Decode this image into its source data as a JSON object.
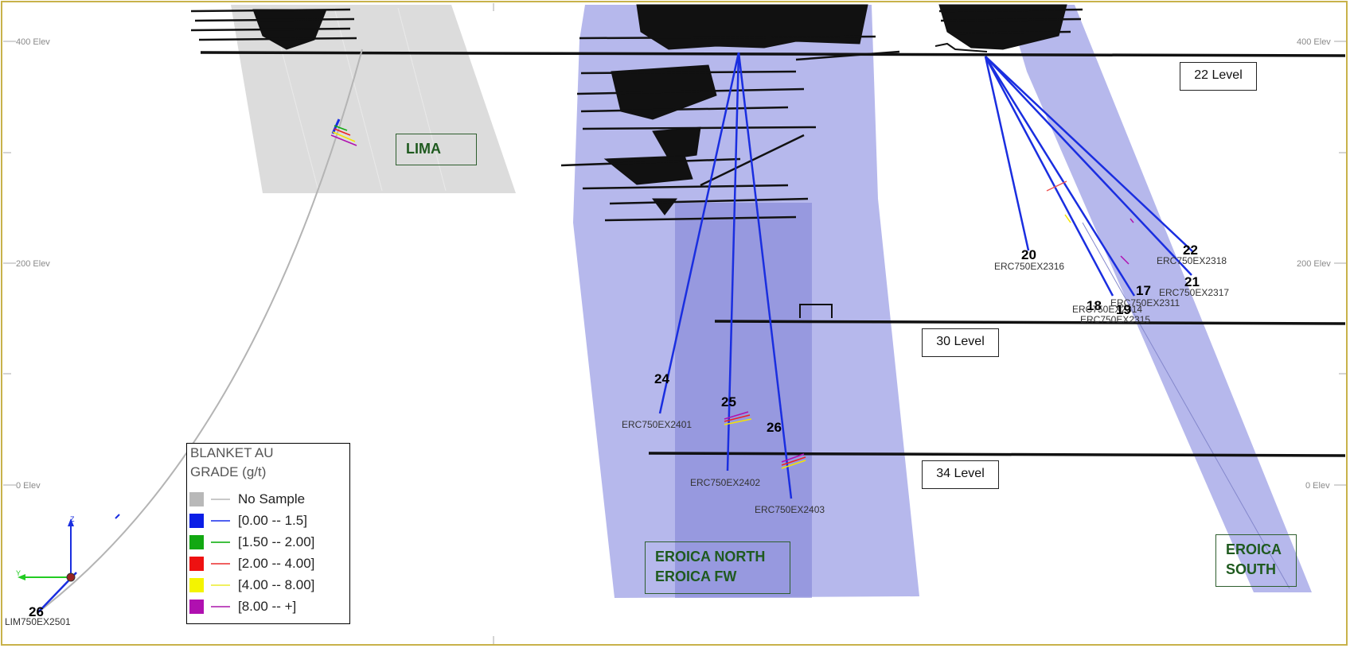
{
  "elevation_labels": [
    "400 Elev",
    "200 Elev",
    "0 Elev"
  ],
  "levels": [
    {
      "label": "22 Level"
    },
    {
      "label": "30 Level"
    },
    {
      "label": "34 Level"
    }
  ],
  "zones": [
    {
      "lines": [
        "LIMA"
      ]
    },
    {
      "lines": [
        "EROICA NORTH",
        "EROICA FW"
      ]
    },
    {
      "lines": [
        "EROICA",
        "SOUTH"
      ]
    }
  ],
  "holes": [
    {
      "number": "26",
      "id": "LIM750EX2501"
    },
    {
      "number": "24",
      "id": "ERC750EX2401"
    },
    {
      "number": "25",
      "id": "ERC750EX2402"
    },
    {
      "number": "26",
      "id": "ERC750EX2403"
    },
    {
      "number": "20",
      "id": "ERC750EX2316"
    },
    {
      "number": "22",
      "id": "ERC750EX2318"
    },
    {
      "number": "21",
      "id": "ERC750EX2317"
    },
    {
      "number": "17",
      "id": "ERC750EX2311"
    },
    {
      "number": "18",
      "id": "ERC750EX2314"
    },
    {
      "number": "19",
      "id": "ERC750EX2315"
    }
  ],
  "legend": {
    "title_line1": "BLANKET AU",
    "title_line2": "GRADE (g/t)",
    "items": [
      {
        "label": "No Sample",
        "color": "#b8b8b8",
        "line": "#c8c8c8"
      },
      {
        "label": "[0.00 -- 1.5]",
        "color": "#0a1ee6",
        "line": "#5060f0"
      },
      {
        "label": "[1.50 -- 2.00]",
        "color": "#12a812",
        "line": "#40c040"
      },
      {
        "label": "[2.00 -- 4.00]",
        "color": "#ee1111",
        "line": "#f06060"
      },
      {
        "label": "[4.00 -- 8.00]",
        "color": "#f4f400",
        "line": "#f0f060"
      },
      {
        "label": "[8.00 -- +]",
        "color": "#b010b0",
        "line": "#c050c0"
      }
    ]
  },
  "axis_labels": {
    "z": "Z",
    "y": "Y"
  },
  "colors": {
    "hole_trace": "#1a2ee0",
    "zone_fill": "#9ea0e6",
    "lima_fill": "#d6d6d6",
    "zone_text": "#1f5a1f"
  }
}
